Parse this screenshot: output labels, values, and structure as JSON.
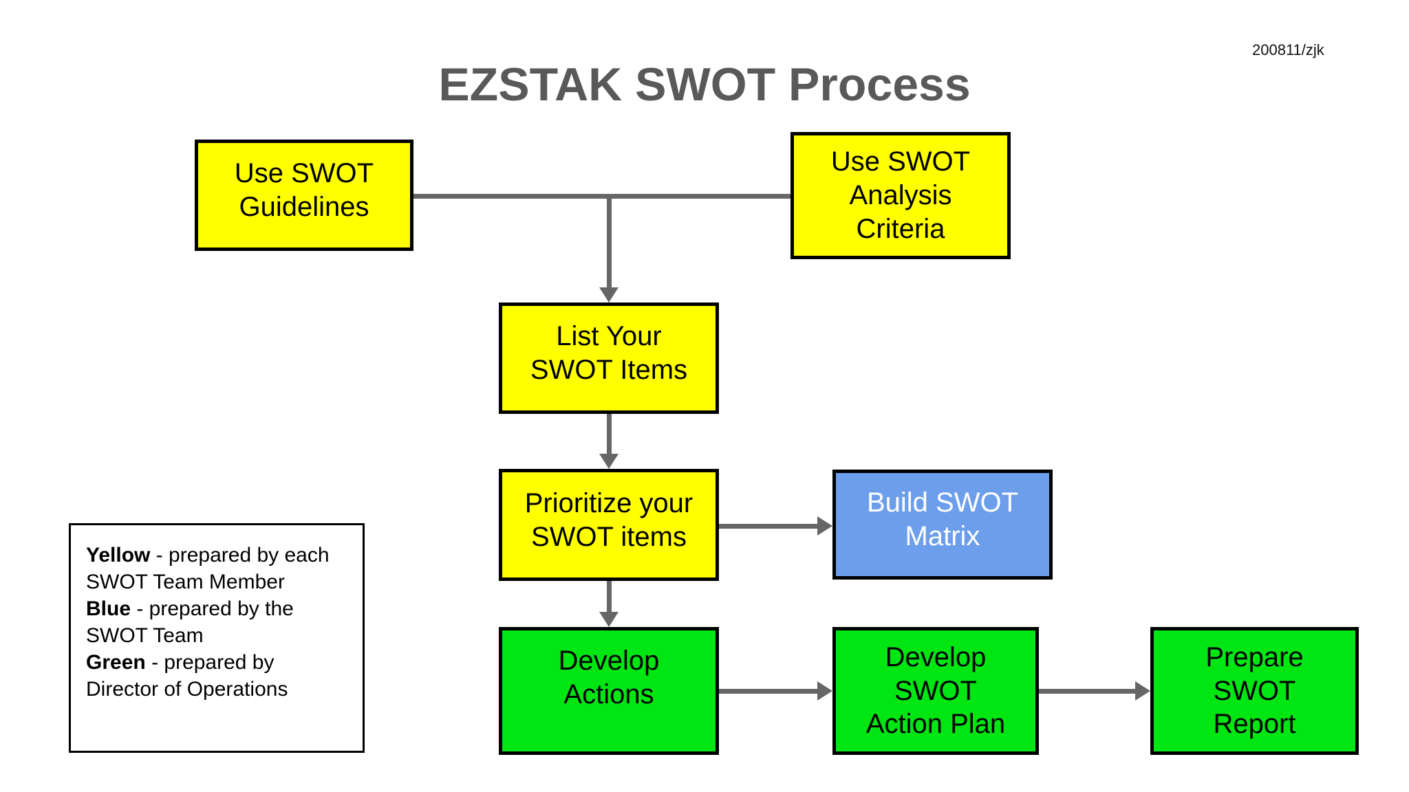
{
  "header": {
    "title": "EZSTAK SWOT Process",
    "stamp": "200811/zjk"
  },
  "colors": {
    "yellow": "#ffff00",
    "blue": "#6d9eeb",
    "green": "#00e613",
    "arrow": "#666666",
    "title": "#595959"
  },
  "nodes": {
    "guidelines": {
      "label": "Use SWOT\nGuidelines",
      "color": "yellow"
    },
    "criteria": {
      "label": "Use SWOT\nAnalysis\nCriteria",
      "color": "yellow"
    },
    "list_items": {
      "label": "List Your\nSWOT Items",
      "color": "yellow"
    },
    "prioritize": {
      "label": "Prioritize your\nSWOT items",
      "color": "yellow"
    },
    "matrix": {
      "label": "Build SWOT\nMatrix",
      "color": "blue"
    },
    "actions": {
      "label": "Develop\nActions",
      "color": "green"
    },
    "action_plan": {
      "label": "Develop\nSWOT\nAction Plan",
      "color": "green"
    },
    "report": {
      "label": "Prepare\nSWOT\nReport",
      "color": "green"
    }
  },
  "legend": {
    "entries": [
      {
        "term": "Yellow",
        "text": "- prepared by each SWOT Team Member"
      },
      {
        "term": "Blue",
        "text": "- prepared by the SWOT Team"
      },
      {
        "term": "Green",
        "text": "- prepared by Director of Operations"
      }
    ]
  }
}
